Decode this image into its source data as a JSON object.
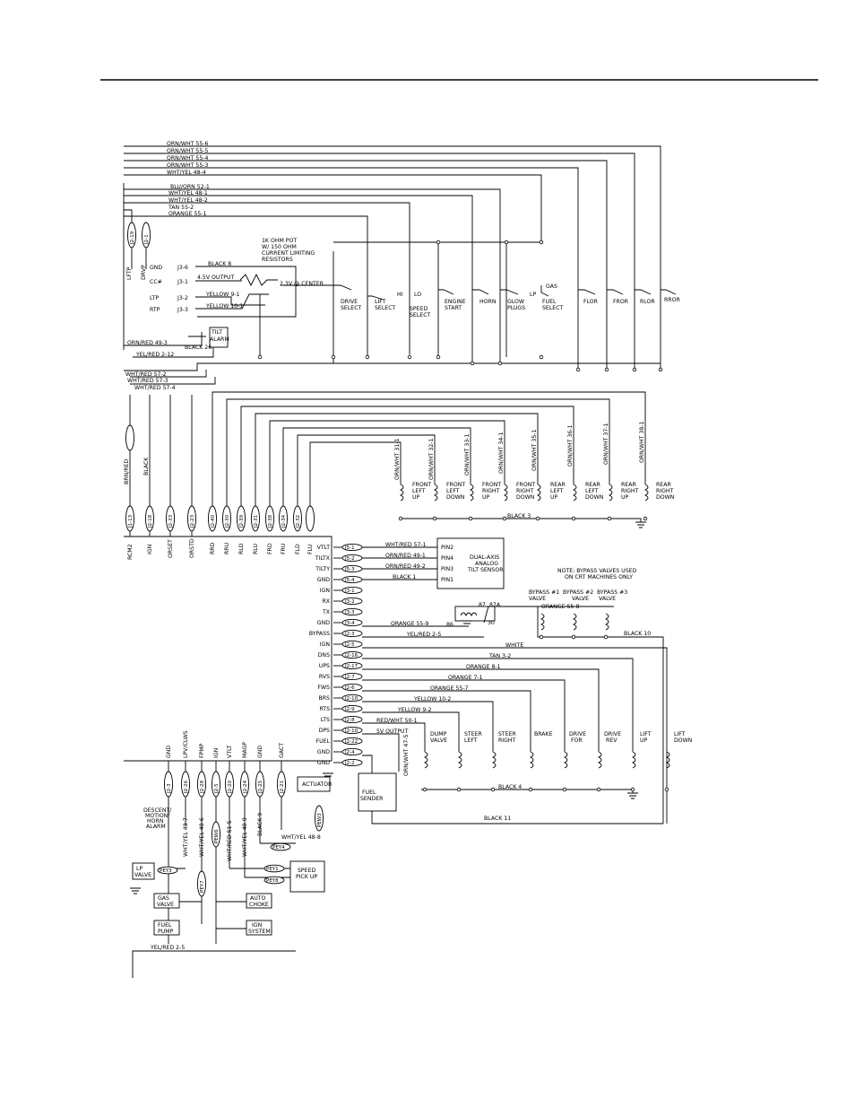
{
  "top_wires": [
    "ORN/WHT 55-6",
    "ORN/WHT 55-5",
    "ORN/WHT 55-4",
    "ORN/WHT 55-3",
    "WHT/YEL 48-4",
    "BLU/ORN 52-1",
    "WHT/YEL 48-1",
    "WHT/YEL 48-2",
    "TAN 55-2",
    "ORANGE 55-1"
  ],
  "left_top": {
    "connectors": [
      "J2-19",
      "J2-1"
    ],
    "lftp": "LFTP",
    "drvp": "DRVP",
    "pins": [
      "GND",
      "CC#",
      "LTP",
      "RTP"
    ],
    "jacks": [
      "J3-6",
      "J3-1",
      "J3-2",
      "J3-3"
    ],
    "pot_note": [
      "1K OHM POT",
      "W/ 150 OHM",
      "CURRENT LIMITING",
      "RESISTORS"
    ],
    "wires": [
      "BLACK 8",
      "4.5V OUTPUT",
      "YELLOW 9-1",
      "YELLOW 10-1"
    ],
    "center": "2.3V @ CENTER",
    "tilt_alarm": [
      "TILT",
      "ALARM"
    ],
    "alarm_wires": [
      "ORN/RED 49-3",
      "YEL/RED 2-12",
      "BLACK 26"
    ]
  },
  "switches": {
    "hi": "HI",
    "lo": "LO",
    "gas": "GAS",
    "lp": "LP",
    "labels": [
      [
        "DRIVE",
        "SELECT"
      ],
      [
        "LIFT",
        "SELECT"
      ],
      [
        "SPEED",
        "SELECT"
      ],
      [
        "ENGINE",
        "START"
      ],
      [
        "HORN"
      ],
      [
        "GLOW",
        "PLUGS"
      ],
      [
        "FUEL",
        "SELECT"
      ],
      [
        "FLOR"
      ],
      [
        "FROR"
      ],
      [
        "RLOR"
      ],
      [
        "RROR"
      ]
    ]
  },
  "mid_wires": [
    "WHT/RED 57-2",
    "WHT/RED 57-3",
    "WHT/RED 57-4"
  ],
  "left_harness": {
    "brn_red": "BRN/RED",
    "black": "BLACK",
    "connectors": [
      "J1-13",
      "J2-18",
      "J2-33",
      "J2-23",
      "J2-40",
      "J2-30",
      "J2-39",
      "J2-31",
      "J2-38",
      "J2-34",
      "J2-32"
    ],
    "pins": [
      "RCM2",
      "IGN",
      "ORSET",
      "ORSTD",
      "RRD",
      "RRU",
      "RLD",
      "RLU",
      "FRD",
      "FRU",
      "FLD",
      "FLU"
    ]
  },
  "oscillation": {
    "wires": [
      "ORN/WHT 31-1",
      "ORN/WHT 32-1",
      "ORN/WHT 33-1",
      "ORN/WHT 34-1",
      "ORN/WHT 35-1",
      "ORN/WHT 36-1",
      "ORN/WHT 37-1",
      "ORN/WHT 38-1"
    ],
    "valves": [
      [
        "FRONT",
        "LEFT",
        "UP"
      ],
      [
        "FRONT",
        "LEFT",
        "DOWN"
      ],
      [
        "FRONT",
        "RIGHT",
        "UP"
      ],
      [
        "FRONT",
        "RIGHT",
        "DOWN"
      ],
      [
        "REAR",
        "LEFT",
        "UP"
      ],
      [
        "REAR",
        "LEFT",
        "DOWN"
      ],
      [
        "REAR",
        "RIGHT",
        "UP"
      ],
      [
        "REAR",
        "RIGHT",
        "DOWN"
      ]
    ],
    "ground": "BLACK 3"
  },
  "controller_pins": {
    "names": [
      "VTLT",
      "TILTX",
      "TILTY",
      "GND",
      "IGN",
      "RX",
      "TX",
      "GND",
      "BYPASS",
      "IGN",
      "DNS",
      "UPS",
      "RVS",
      "FWS",
      "BRS",
      "RTS",
      "LTS",
      "DPS",
      "FUEL",
      "GND",
      "GND"
    ],
    "jacks": [
      "J5-1",
      "J5-2",
      "J5-3",
      "J5-4",
      "J3-1",
      "J3-2",
      "J3-3",
      "J3-4",
      "J2-3",
      "J2-5",
      "J2-16",
      "J2-17",
      "J2-7",
      "J2-6",
      "J2-10",
      "J2-9",
      "J2-8",
      "J2-10",
      "J2-22",
      "J2-4",
      "J2-2"
    ]
  },
  "tilt_sensor": {
    "wires": [
      "WHT/RED 57-1",
      "ORN/RED 49-1",
      "ORN/RED 49-2",
      "BLACK 1"
    ],
    "pins": [
      "PIN2",
      "PIN4",
      "PIN3",
      "PIN1"
    ],
    "title": [
      "DUAL-AXIS",
      "ANALOG",
      "TILT SENSOR"
    ]
  },
  "bypass": {
    "note": [
      "NOTE: BYPASS VALVES USED",
      "ON CRT MACHINES ONLY"
    ],
    "valves": [
      [
        "BYPASS #1",
        "VALVE"
      ],
      [
        "BYPASS #2",
        "VALVE"
      ],
      [
        "BYPASS #3",
        "VALVE"
      ]
    ],
    "relay": [
      "87",
      "87A",
      "86",
      "30"
    ],
    "wires": [
      "ORANGE 55-9",
      "YEL/RED 2-5",
      "ORANGE 55-8",
      "BLACK 10"
    ]
  },
  "function_wires": [
    "WHITE",
    "TAN 3-2",
    "ORANGE 8-1",
    "ORANGE 7-1",
    "ORANGE 55-7",
    "YELLOW 10-2",
    "YELLOW 9-2",
    "RED/WHT 50-1",
    "5V OUTPUT"
  ],
  "function_valves": [
    [
      "DUMP",
      "VALVE"
    ],
    [
      "STEER",
      "LEFT"
    ],
    [
      "STEER",
      "RIGHT"
    ],
    [
      "BRAKE"
    ],
    [
      "DRIVE",
      "FOR"
    ],
    [
      "DRIVE",
      "REV"
    ],
    [
      "LIFT",
      "UP"
    ],
    [
      "LIFT",
      "DOWN"
    ]
  ],
  "fuel": {
    "sender": [
      "FUEL",
      "SENDER"
    ],
    "wire": "ORN/WHT 47-5",
    "actuator": "ACTUATOR",
    "grounds": [
      "BLACK 4",
      "BLACK 11"
    ]
  },
  "bottom_left": {
    "pins": [
      "GND",
      "LPV/CLWS",
      "FPMP",
      "IGN",
      "VTLT",
      "MAGP",
      "GND",
      "GACT"
    ],
    "connectors": [
      "J2-3",
      "J2-26",
      "J2-28",
      "J2-5",
      "J2-20",
      "J2-24",
      "J2-25",
      "J2-21"
    ],
    "alarm": [
      "DESCENT/",
      "MOTION/",
      "HORN",
      "ALARM"
    ],
    "wires": [
      "WHT/YEL 48-7",
      "WHT/YEL 48-6",
      "WHT/RED 51-5",
      "WHT/YEL 48-9",
      "BLACK 9",
      "WHT/YEL 48-8",
      "YEL/RED 2-5"
    ],
    "connectors2": [
      "PEW3",
      "PEY4",
      "PEY1",
      "PEY8",
      "PEW6",
      "PEY3",
      "PEY7"
    ],
    "boxes": [
      [
        "LP",
        "VALVE"
      ],
      [
        "GAS",
        "VALVE"
      ],
      [
        "FUEL",
        "PUMP"
      ],
      [
        "AUTO",
        "CHOKE"
      ],
      [
        "IGN",
        "SYSTEM"
      ],
      [
        "SPEED",
        "PICK UP"
      ]
    ]
  }
}
